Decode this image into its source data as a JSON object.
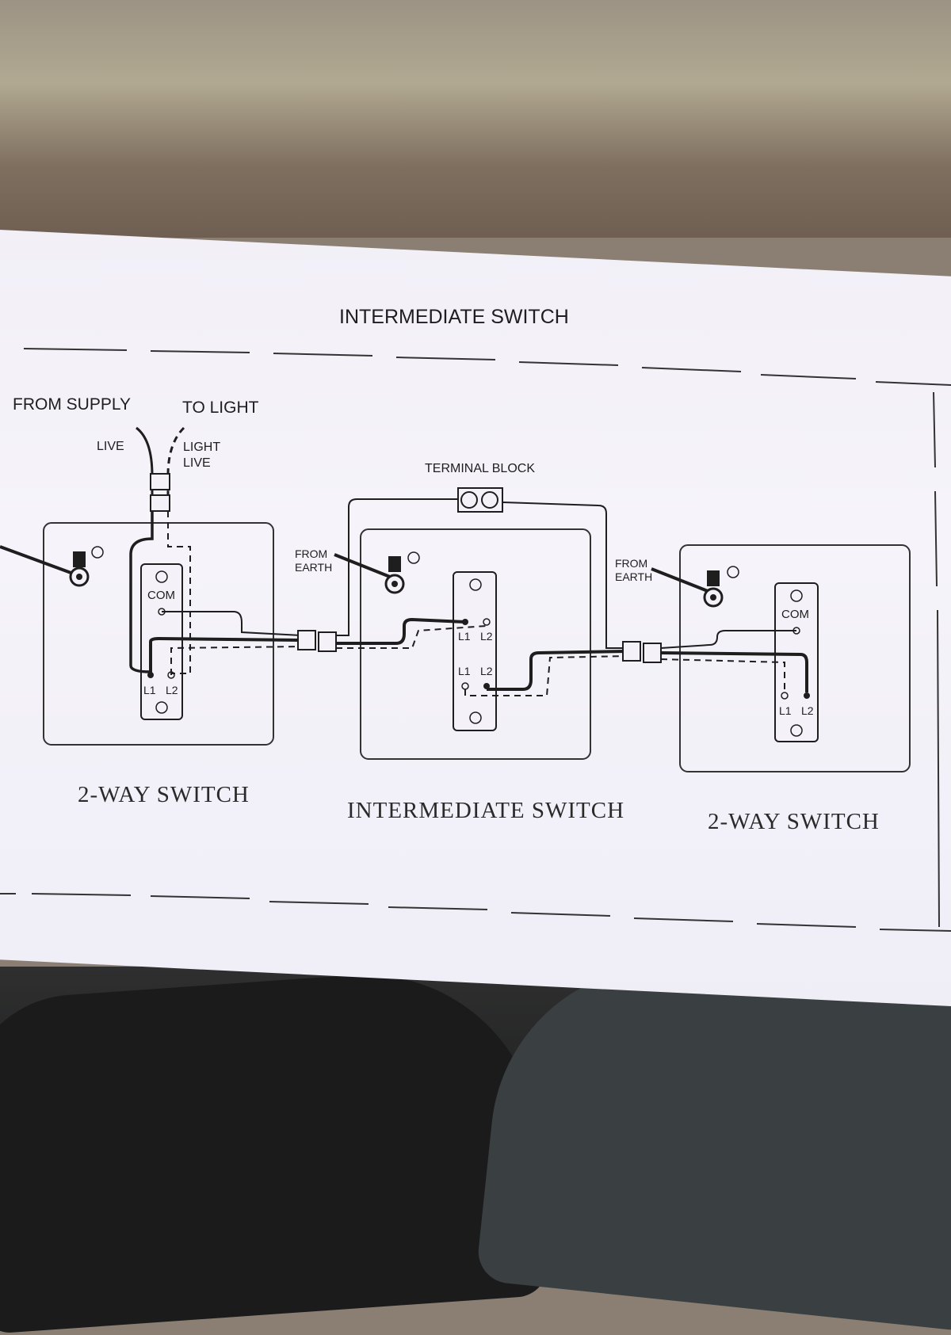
{
  "heading": "INTERMEDIATE SWITCH",
  "labels": {
    "from_supply": "FROM SUPPLY",
    "to_light": "TO LIGHT",
    "live": "LIVE",
    "light_live_1": "LIGHT",
    "light_live_2": "LIVE",
    "terminal_block": "TERMINAL BLOCK",
    "from_earth_1": "FROM",
    "from_earth_2": "EARTH",
    "com": "COM",
    "l1": "L1",
    "l2": "L2"
  },
  "switches": {
    "left": "2-WAY SWITCH",
    "middle": "INTERMEDIATE SWITCH",
    "right": "2-WAY SWITCH"
  },
  "colors": {
    "line": "#1e1e1e",
    "paper": "#f4f2f8"
  }
}
